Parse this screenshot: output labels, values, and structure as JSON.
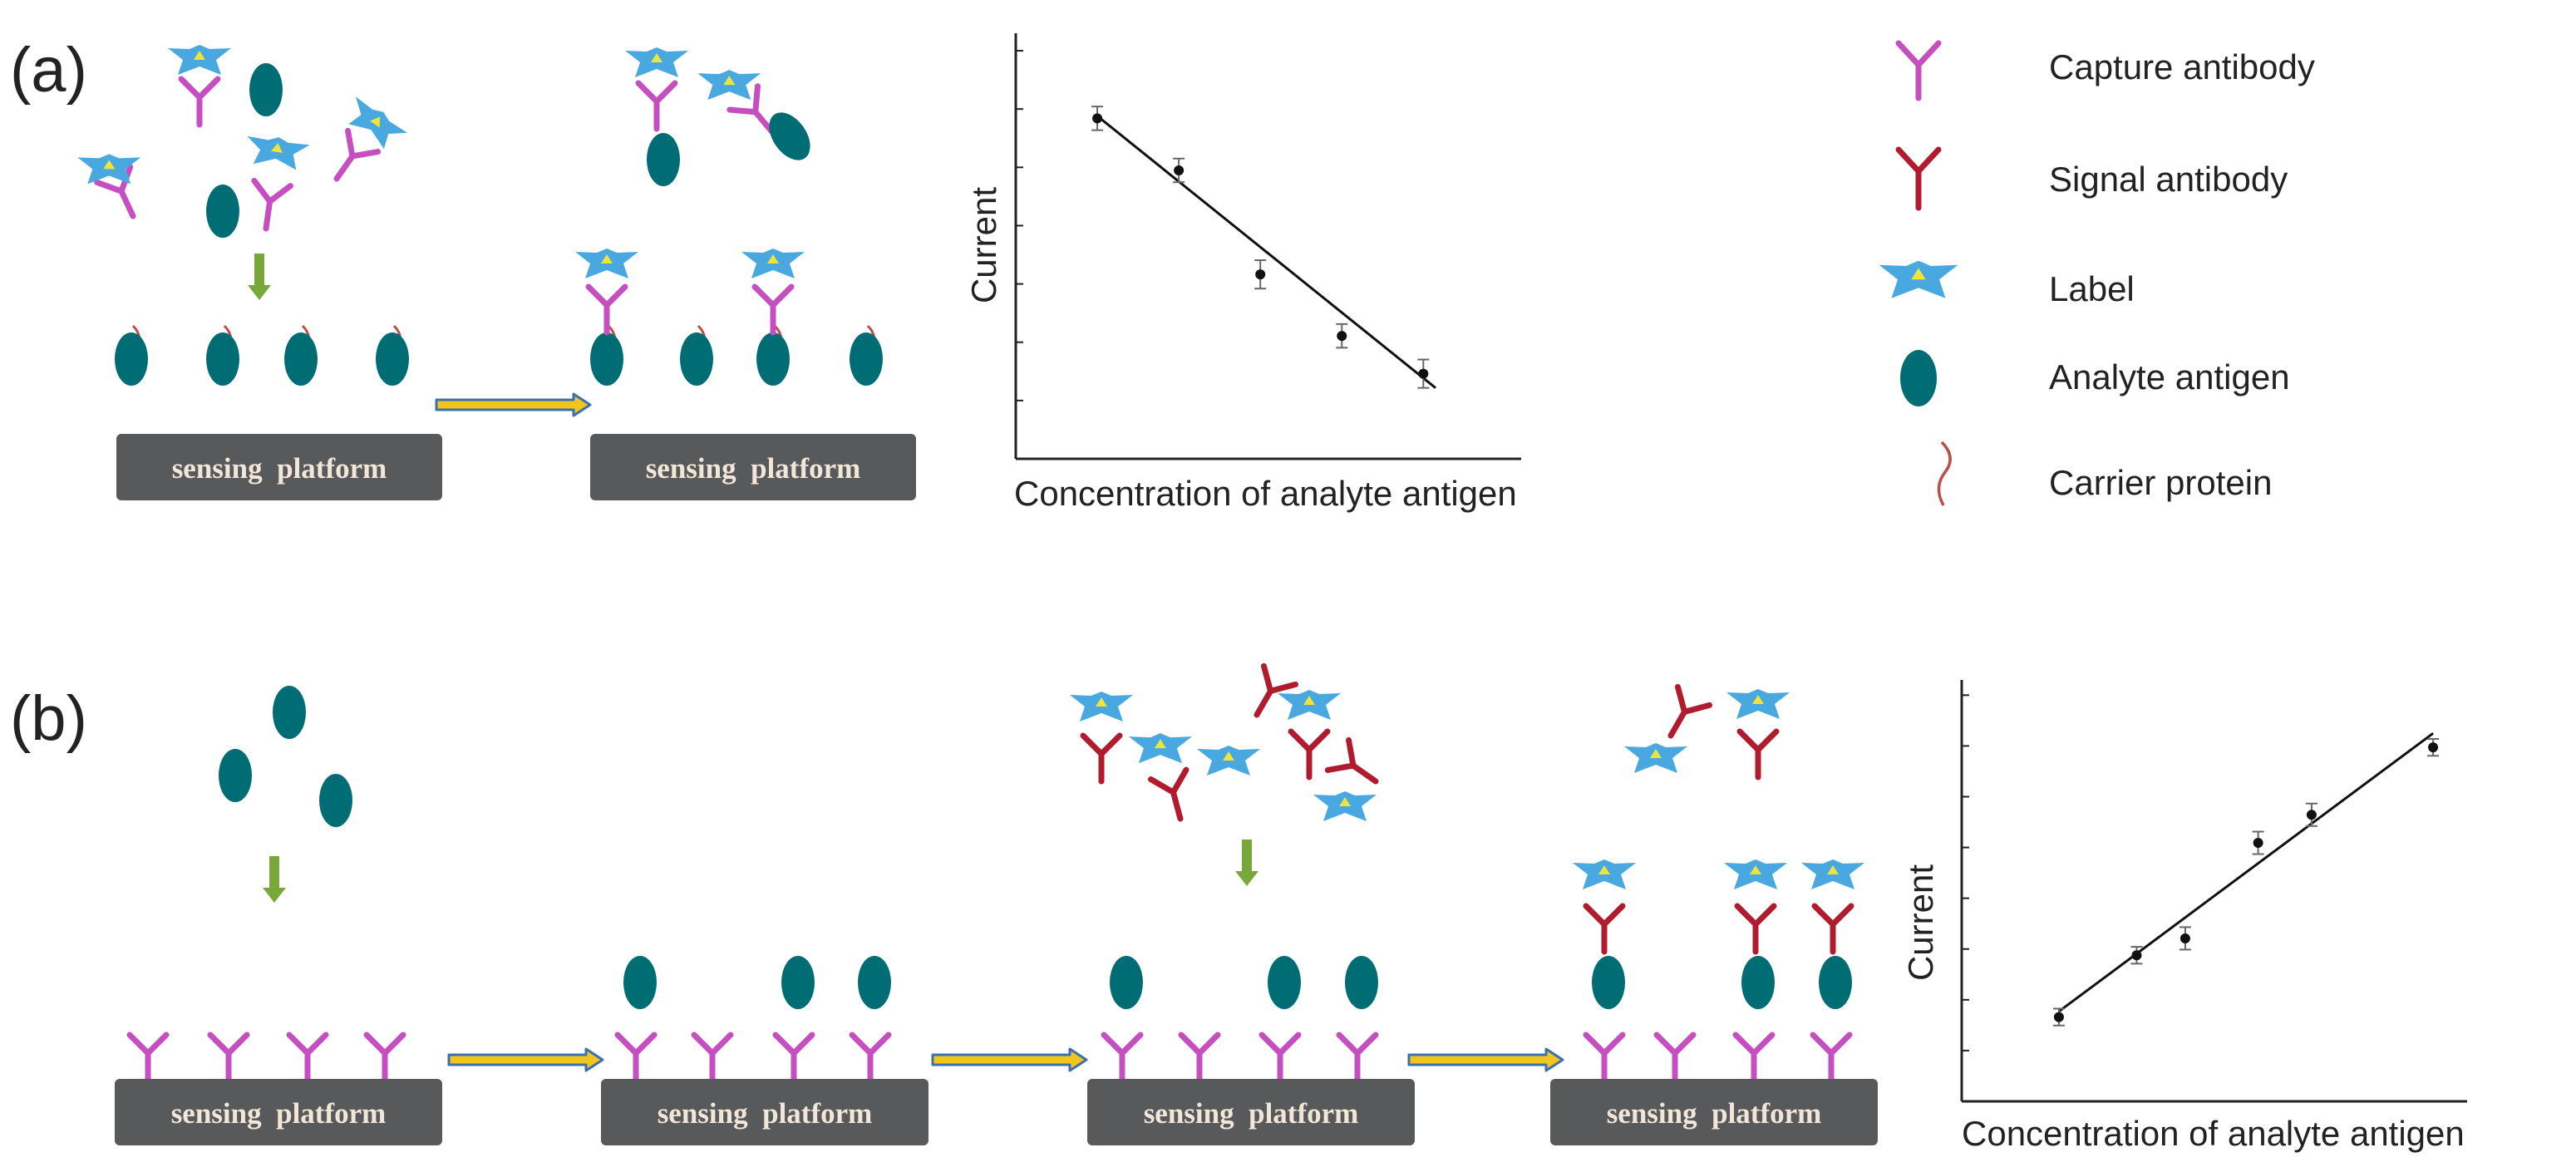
{
  "colors": {
    "capture_antibody": "#c54fc0",
    "signal_antibody": "#b01c2e",
    "label_star": "#4aa8e0",
    "label_center": "#f2e33a",
    "antigen": "#006c74",
    "carrier": "#b6504a",
    "platform": "#58595b",
    "platform_text": "#f2e6d8",
    "down_arrow": "#79a83a",
    "right_arrow_fill": "#f2c51e",
    "right_arrow_stroke": "#3a6fb0",
    "ink": "#222222"
  },
  "panel_a": {
    "tag": "(a)",
    "platforms": [
      "sensing  platform",
      "sensing  platform"
    ],
    "plot": {
      "ylabel": "Current",
      "xlabel": "Concentration of analyte antigen"
    }
  },
  "panel_b": {
    "tag": "(b)",
    "platforms": [
      "sensing  platform",
      "sensing  platform",
      "sensing  platform",
      "sensing  platform"
    ],
    "plot": {
      "ylabel": "Current",
      "xlabel": "Concentration of analyte antigen"
    }
  },
  "legend": {
    "items": [
      {
        "icon": "capture-antibody-icon",
        "label": "Capture antibody"
      },
      {
        "icon": "signal-antibody-icon",
        "label": "Signal antibody"
      },
      {
        "icon": "label-star-icon",
        "label": "Label"
      },
      {
        "icon": "antigen-icon",
        "label": "Analyte antigen"
      },
      {
        "icon": "carrier-protein-icon",
        "label": "Carrier protein"
      }
    ]
  },
  "chart_data": [
    {
      "type": "scatter",
      "panel": "a",
      "title": "",
      "xlabel": "Concentration of analyte antigen",
      "ylabel": "Current",
      "x": [
        1,
        2,
        3,
        4,
        5
      ],
      "y": [
        9.2,
        8.1,
        5.9,
        4.6,
        3.8
      ],
      "error": [
        0.25,
        0.25,
        0.3,
        0.25,
        0.3
      ],
      "fit_line": {
        "x": [
          1,
          5.15
        ],
        "y": [
          9.25,
          3.5
        ]
      },
      "xlim": [
        0,
        6.2
      ],
      "ylim": [
        2,
        11
      ],
      "y_ticks": 7,
      "grid": false
    },
    {
      "type": "scatter",
      "panel": "b",
      "title": "",
      "xlabel": "Concentration of analyte antigen",
      "ylabel": "Current",
      "x": [
        1,
        1.8,
        2.3,
        3.05,
        3.6,
        4.85
      ],
      "y": [
        2.0,
        3.1,
        3.4,
        5.1,
        5.6,
        6.8
      ],
      "error": [
        0.15,
        0.15,
        0.2,
        0.2,
        0.2,
        0.15
      ],
      "fit_line": {
        "x": [
          1,
          4.85
        ],
        "y": [
          2.1,
          7.05
        ]
      },
      "xlim": [
        0,
        5.2
      ],
      "ylim": [
        0.5,
        8
      ],
      "y_ticks": 8,
      "grid": false
    }
  ]
}
